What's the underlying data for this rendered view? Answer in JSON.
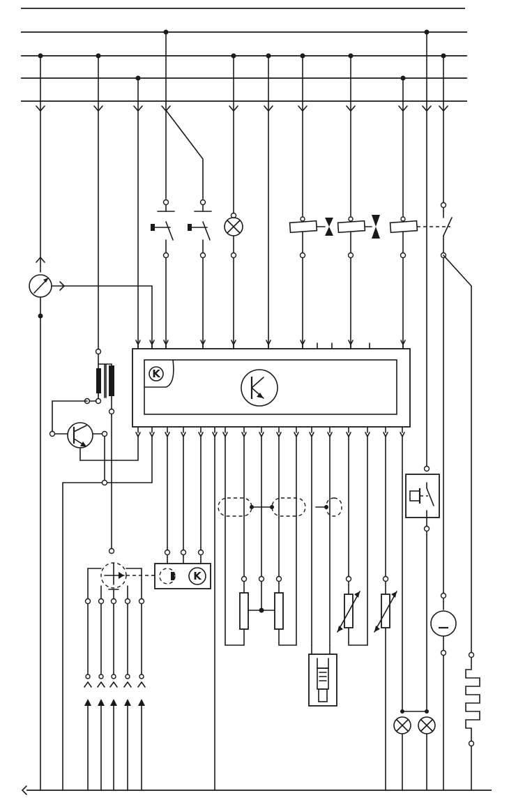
{
  "diagram": {
    "kind": "wiring schematic",
    "labels": {
      "ecu_small_symbol": "K",
      "relay_unit_symbol": "K"
    },
    "colors": {
      "ink": "#1a1a1a",
      "paper": "#ffffff"
    }
  }
}
